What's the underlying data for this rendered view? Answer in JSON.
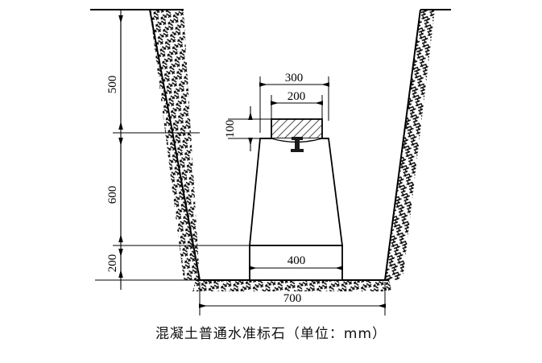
{
  "figure": {
    "title": "Concrete ordinary leveling benchmark cross-section",
    "caption": "混凝土普通水准标石（单位：mm）",
    "unit_note": "mm",
    "colors": {
      "line": "#000000",
      "background": "#ffffff",
      "hatch": "#000000",
      "marker": "#1a1a1a"
    }
  },
  "dimensions": {
    "vertical": [
      {
        "name": "depth-upper",
        "label": "500",
        "value": 500
      },
      {
        "name": "depth-middle",
        "label": "600",
        "value": 600
      },
      {
        "name": "depth-lower",
        "label": "200",
        "value": 200
      }
    ],
    "cap_height": {
      "name": "cap-height",
      "label": "100",
      "value": 100
    },
    "horizontal": [
      {
        "name": "monument-top-width",
        "label": "300",
        "value": 300
      },
      {
        "name": "cap-width",
        "label": "200",
        "value": 200
      },
      {
        "name": "monument-base-width",
        "label": "400",
        "value": 400
      },
      {
        "name": "pit-bottom-width",
        "label": "700",
        "value": 700
      }
    ]
  },
  "parts": {
    "ground_surface": "ground-surface-line",
    "pit_wall_left": "excavation-wall-left",
    "pit_wall_right": "excavation-wall-right",
    "pit_floor": "excavation-floor",
    "monument_body": "concrete-monument-trapezoid",
    "monument_base": "concrete-monument-base-block",
    "cap_block": "hatched-cap-block",
    "center_mark": "benchmark-center-bolt"
  }
}
